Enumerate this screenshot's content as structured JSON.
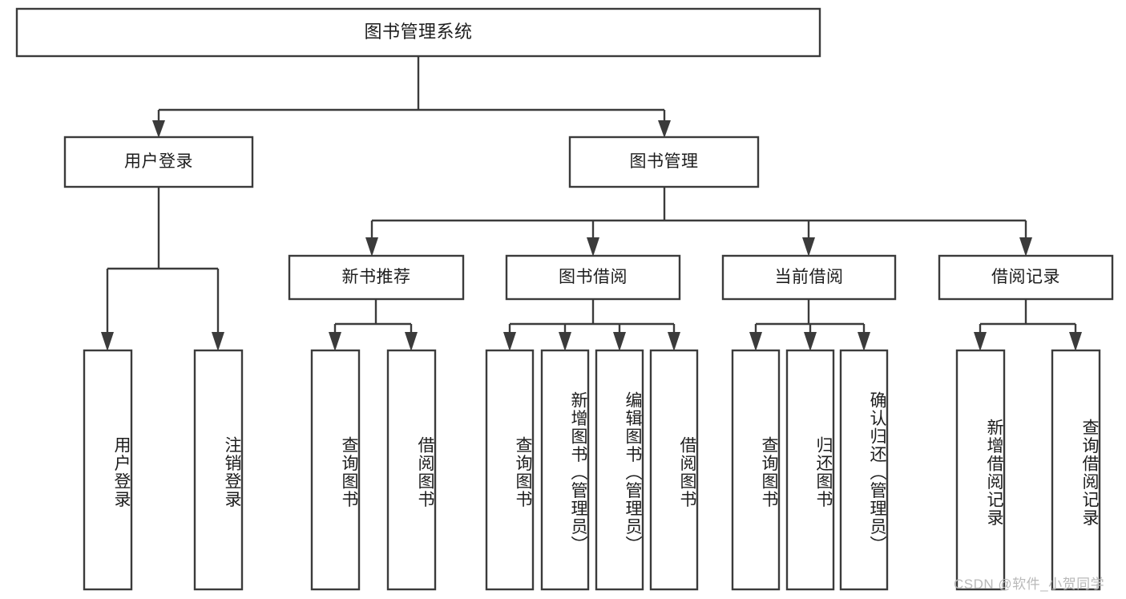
{
  "diagram": {
    "type": "tree-hierarchy-chart",
    "title": "图书管理系统",
    "orientation": "top-down",
    "colors": {
      "box_stroke": "#3b3b3b",
      "box_fill": "#ffffff",
      "text": "#1d1d1d",
      "background": "#ffffff",
      "watermark": "#b9b9b9"
    },
    "levels": [
      {
        "level": 1,
        "nodes": [
          {
            "id": "root",
            "label": "图书管理系统",
            "orientation": "horizontal"
          }
        ]
      },
      {
        "level": 2,
        "nodes": [
          {
            "id": "login",
            "label": "用户登录",
            "orientation": "horizontal",
            "parent": "root"
          },
          {
            "id": "bookmgmt",
            "label": "图书管理",
            "orientation": "horizontal",
            "parent": "root"
          }
        ]
      },
      {
        "level": 3,
        "nodes": [
          {
            "id": "newbook",
            "label": "新书推荐",
            "orientation": "horizontal",
            "parent": "bookmgmt"
          },
          {
            "id": "borrow",
            "label": "图书借阅",
            "orientation": "horizontal",
            "parent": "bookmgmt"
          },
          {
            "id": "current",
            "label": "当前借阅",
            "orientation": "horizontal",
            "parent": "bookmgmt"
          },
          {
            "id": "records",
            "label": "借阅记录",
            "orientation": "horizontal",
            "parent": "bookmgmt"
          }
        ]
      },
      {
        "level": 4,
        "nodes": [
          {
            "id": "leaf-1",
            "label": "用户登录",
            "orientation": "vertical",
            "parent": "login"
          },
          {
            "id": "leaf-2",
            "label": "注销登录",
            "orientation": "vertical",
            "parent": "login"
          },
          {
            "id": "leaf-3",
            "label": "查询图书",
            "orientation": "vertical",
            "parent": "newbook"
          },
          {
            "id": "leaf-4",
            "label": "借阅图书",
            "orientation": "vertical",
            "parent": "newbook"
          },
          {
            "id": "leaf-5",
            "label": "查询图书",
            "orientation": "vertical",
            "parent": "borrow"
          },
          {
            "id": "leaf-6",
            "label": "新增图书（管理员）",
            "orientation": "vertical",
            "parent": "borrow"
          },
          {
            "id": "leaf-7",
            "label": "编辑图书（管理员）",
            "orientation": "vertical",
            "parent": "borrow"
          },
          {
            "id": "leaf-8",
            "label": "借阅图书",
            "orientation": "vertical",
            "parent": "borrow"
          },
          {
            "id": "leaf-9",
            "label": "查询图书",
            "orientation": "vertical",
            "parent": "current"
          },
          {
            "id": "leaf-10",
            "label": "归还图书",
            "orientation": "vertical",
            "parent": "current"
          },
          {
            "id": "leaf-11",
            "label": "确认归还（管理员）",
            "orientation": "vertical",
            "parent": "current"
          },
          {
            "id": "leaf-12",
            "label": "新增借阅记录",
            "orientation": "vertical",
            "parent": "records"
          },
          {
            "id": "leaf-13",
            "label": "查询借阅记录",
            "orientation": "vertical",
            "parent": "records"
          }
        ]
      }
    ]
  },
  "watermark": {
    "text": "CSDN @软件_小贺同学"
  }
}
